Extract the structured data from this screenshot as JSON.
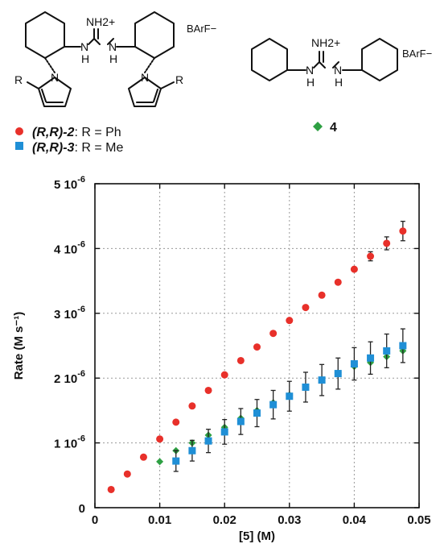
{
  "structures": {
    "left_cation": "NH2+",
    "left_nh_1": "N",
    "left_nh_1_h": "H",
    "left_nh_2": "N",
    "left_nh_2_h": "H",
    "left_pyrrole_n1": "N",
    "left_pyrrole_n2": "N",
    "left_r1": "R",
    "left_r2": "R",
    "left_anion": "BArF−",
    "right_cation": "NH2+",
    "right_nh_1": "N",
    "right_nh_1_h": "H",
    "right_nh_2": "N",
    "right_nh_2_h": "H",
    "right_anion": "BArF−"
  },
  "legend": {
    "items": [
      {
        "compound": "(R,R)-2",
        "rest": ": R = Ph",
        "color": "#e8302a",
        "marker": "circle"
      },
      {
        "compound": "(R,R)-3",
        "rest": ": R = Me",
        "color": "#1f8fd6",
        "marker": "square"
      },
      {
        "compound": "4",
        "rest": "",
        "color": "#2ea043",
        "marker": "diamond"
      }
    ]
  },
  "chart_data": {
    "type": "scatter",
    "xlabel": "[5] (M)",
    "ylabel": "Rate (M s⁻¹)",
    "xlim": [
      0,
      0.05
    ],
    "ylim": [
      0,
      5e-06
    ],
    "x_ticks": [
      0,
      0.01,
      0.02,
      0.03,
      0.04,
      0.05
    ],
    "x_tick_labels": [
      "0",
      "0.01",
      "0.02",
      "0.03",
      "0.04",
      "0.05"
    ],
    "y_ticks": [
      0,
      1e-06,
      2e-06,
      3e-06,
      4e-06,
      5e-06
    ],
    "y_tick_labels": [
      {
        "mant": "0",
        "exp": ""
      },
      {
        "mant": "1 10",
        "exp": "-6"
      },
      {
        "mant": "2 10",
        "exp": "-6"
      },
      {
        "mant": "3 10",
        "exp": "-6"
      },
      {
        "mant": "4 10",
        "exp": "-6"
      },
      {
        "mant": "5 10",
        "exp": "-6"
      }
    ],
    "grid": true,
    "series": [
      {
        "name": "(R,R)-2",
        "marker": "circle",
        "color": "#e8302a",
        "x": [
          0.0025,
          0.005,
          0.0075,
          0.01,
          0.0125,
          0.015,
          0.0175,
          0.02,
          0.0225,
          0.025,
          0.0275,
          0.03,
          0.0325,
          0.035,
          0.0375,
          0.04,
          0.0425,
          0.045,
          0.0475
        ],
        "y": [
          2.8e-07,
          5.2e-07,
          7.8e-07,
          1.06e-06,
          1.32e-06,
          1.57e-06,
          1.81e-06,
          2.05e-06,
          2.27e-06,
          2.48e-06,
          2.69e-06,
          2.89e-06,
          3.09e-06,
          3.28e-06,
          3.48e-06,
          3.68e-06,
          3.88e-06,
          4.08e-06,
          4.27e-06
        ],
        "err": [
          0,
          0,
          0,
          0,
          0,
          0,
          0,
          0,
          0,
          0,
          0,
          0,
          0,
          0,
          0,
          0,
          7e-08,
          1e-07,
          1.5e-07
        ]
      },
      {
        "name": "4",
        "marker": "diamond",
        "color": "#2ea043",
        "x": [
          0.01,
          0.0125,
          0.015,
          0.0175,
          0.02,
          0.0225,
          0.025,
          0.0275,
          0.03,
          0.0325,
          0.035,
          0.0375,
          0.04,
          0.0425,
          0.045,
          0.0475
        ],
        "y": [
          7.1e-07,
          8.8e-07,
          1e-06,
          1.12e-06,
          1.24e-06,
          1.38e-06,
          1.5e-06,
          1.62e-06,
          1.74e-06,
          1.86e-06,
          1.98e-06,
          2.08e-06,
          2.18e-06,
          2.24e-06,
          2.33e-06,
          2.42e-06
        ],
        "err": [
          0,
          0,
          0,
          0,
          0,
          0,
          0,
          0,
          0,
          0,
          0,
          0,
          0,
          0,
          0,
          0
        ]
      },
      {
        "name": "(R,R)-3",
        "marker": "square",
        "color": "#1f8fd6",
        "x": [
          0.0125,
          0.015,
          0.0175,
          0.02,
          0.0225,
          0.025,
          0.0275,
          0.03,
          0.0325,
          0.035,
          0.0375,
          0.04,
          0.0425,
          0.045,
          0.0475
        ],
        "y": [
          7.2e-07,
          8.8e-07,
          1.03e-06,
          1.17e-06,
          1.33e-06,
          1.46e-06,
          1.59e-06,
          1.72e-06,
          1.86e-06,
          1.97e-06,
          2.07e-06,
          2.22e-06,
          2.31e-06,
          2.42e-06,
          2.5e-06
        ],
        "err": [
          1.6e-07,
          1.6e-07,
          1.8e-07,
          1.9e-07,
          2e-07,
          2.1e-07,
          2.2e-07,
          2.3e-07,
          2.3e-07,
          2.4e-07,
          2.4e-07,
          2.5e-07,
          2.5e-07,
          2.6e-07,
          2.6e-07
        ]
      }
    ]
  }
}
